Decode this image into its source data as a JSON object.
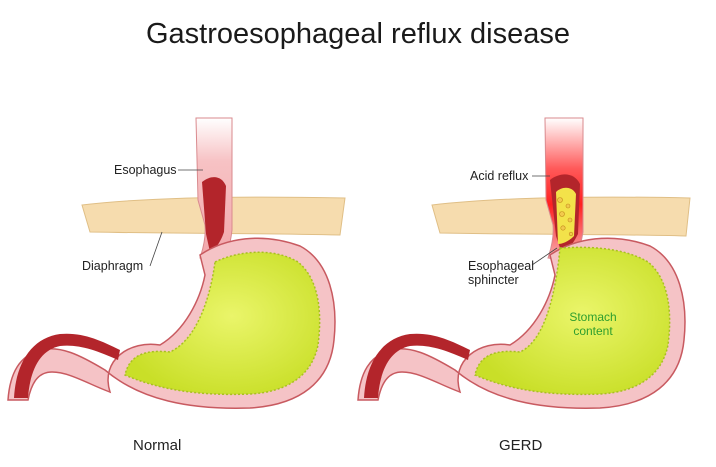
{
  "title": "Gastroesophageal reflux disease",
  "normal": {
    "caption": "Normal",
    "labels": {
      "esophagus": "Esophagus",
      "diaphragm": "Diaphragm"
    }
  },
  "gerd": {
    "caption": "GERD",
    "labels": {
      "acid_reflux": "Acid reflux",
      "sphincter_line1": "Esophageal",
      "sphincter_line2": "sphincter",
      "stomach_line1": "Stomach",
      "stomach_line2": "content"
    }
  },
  "colors": {
    "esophagus": "#f5b5b8",
    "muscle": "#b3252b",
    "stomach_fill": "#d7ea38",
    "diaphragm": "#f7dcae",
    "acid": "#ff2a2a"
  }
}
